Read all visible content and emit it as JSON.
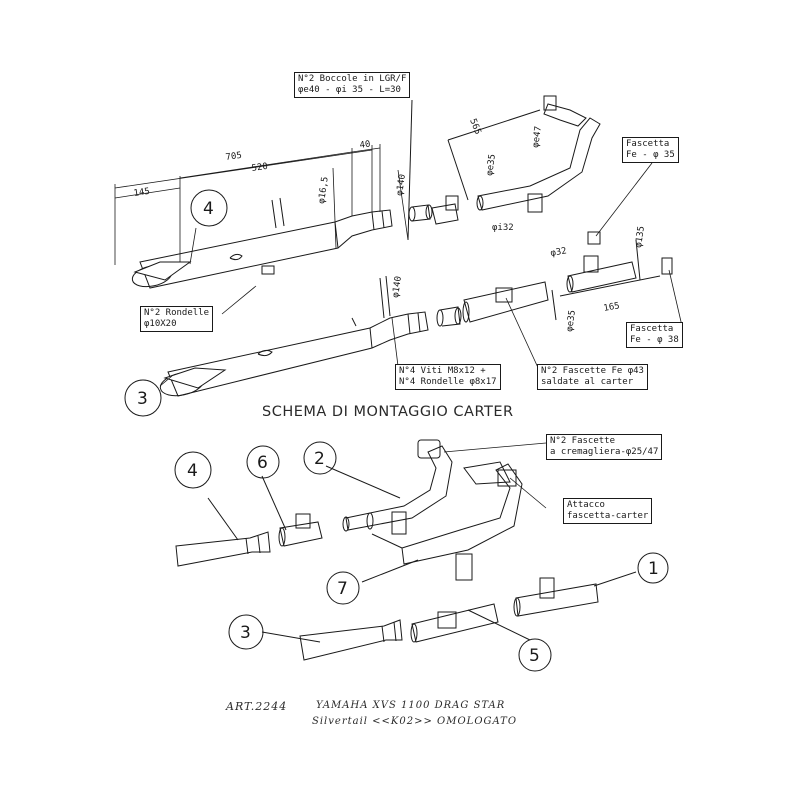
{
  "diagram": {
    "heading": "SCHEMA DI MONTAGGIO CARTER",
    "footer": {
      "article": "ART.2244",
      "model": "YAMAHA XVS 1100 DRAG STAR",
      "variant": "Silvertail <<K02>> OMOLOGATO"
    },
    "labels": {
      "bushings_l1": "N°2 Boccole in LGR/F",
      "bushings_l2": "φe40 - φi 35 - L=30",
      "clamp35_l1": "Fascetta",
      "clamp35_l2": "Fe - φ 35",
      "washers_l1": "N°2 Rondelle",
      "washers_l2": "φ10X20",
      "clamp38_l1": "Fascetta",
      "clamp38_l2": "Fe - φ 38",
      "screws_l1": "N°4 Viti M8x12 +",
      "screws_l2": "N°4 Rondelle φ8x17",
      "clamps43_l1": "N°2 Fascette Fe φ43",
      "clamps43_l2": "saldate al carter",
      "rack_l1": "N°2 Fascette",
      "rack_l2": "a cremagliera-φ25/47",
      "bracket_l1": "Attacco",
      "bracket_l2": "fascetta-carter"
    },
    "dimensions": {
      "d705": "705",
      "d520": "520",
      "d145": "145",
      "d40": "40",
      "d140_top": "φ140",
      "d165": "φ16,5",
      "d565": "565",
      "d35_top": "φe35",
      "d47": "φe47",
      "d32_top": "φi32",
      "d32_mid": "φ32",
      "d135": "φ135",
      "d140_mid": "φ140",
      "d165_len": "165",
      "d35_mid": "φe35"
    },
    "part_numbers": [
      "1",
      "2",
      "3",
      "4",
      "5",
      "6",
      "7"
    ]
  }
}
